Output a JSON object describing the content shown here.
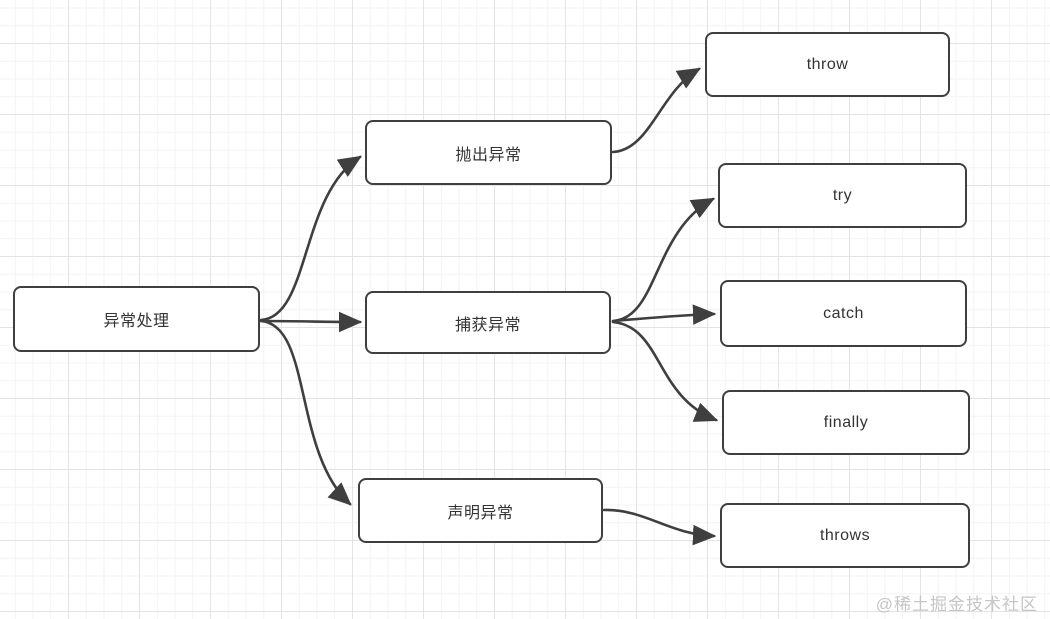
{
  "diagram": {
    "type": "flowchart",
    "nodes": {
      "root": {
        "label": "异常处理"
      },
      "throw_cn": {
        "label": "抛出异常"
      },
      "catch_cn": {
        "label": "捕获异常"
      },
      "declare_cn": {
        "label": "声明异常"
      },
      "throw": {
        "label": "throw"
      },
      "try": {
        "label": "try"
      },
      "catch": {
        "label": "catch"
      },
      "finally": {
        "label": "finally"
      },
      "throws": {
        "label": "throws"
      }
    },
    "edges": [
      {
        "from": "异常处理",
        "to": "抛出异常"
      },
      {
        "from": "异常处理",
        "to": "捕获异常"
      },
      {
        "from": "异常处理",
        "to": "声明异常"
      },
      {
        "from": "抛出异常",
        "to": "throw"
      },
      {
        "from": "捕获异常",
        "to": "try"
      },
      {
        "from": "捕获异常",
        "to": "catch"
      },
      {
        "from": "捕获异常",
        "to": "finally"
      },
      {
        "from": "声明异常",
        "to": "throws"
      }
    ]
  },
  "watermark": {
    "text": "@稀土掘金技术社区"
  },
  "colors": {
    "stroke_color": "#3f3f3f",
    "node_text_color": "#333333",
    "node_fill": "#ffffff",
    "grid_minor": "#f3f3f3",
    "grid_major": "#e3e3e3",
    "watermark_color": "#c6c6c6"
  }
}
